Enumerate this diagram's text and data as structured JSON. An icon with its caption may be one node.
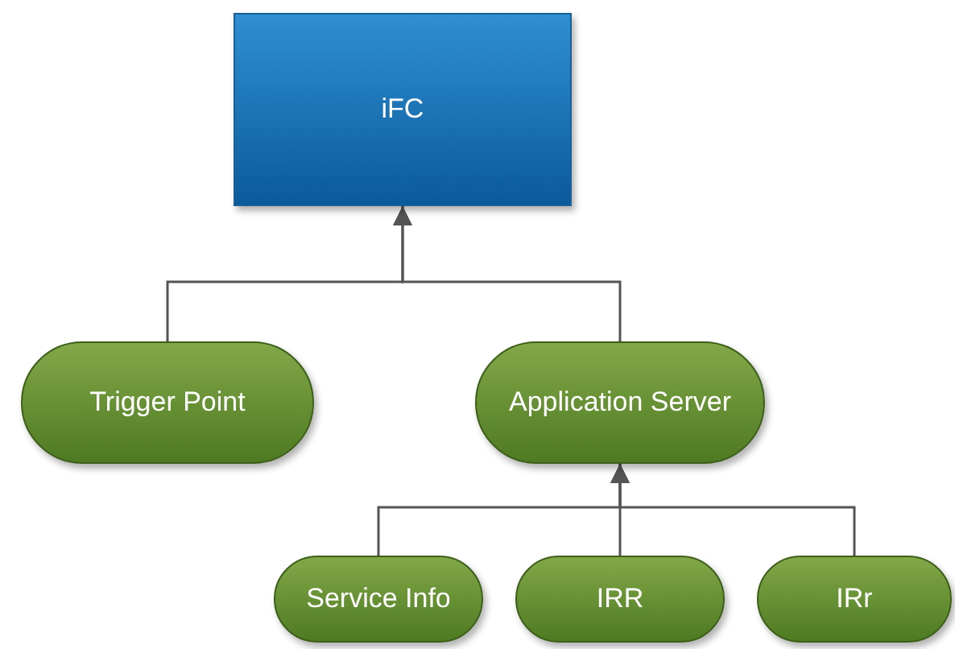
{
  "diagram": {
    "nodes": [
      {
        "text": [
          "iFC"
        ]
      },
      {
        "text": [
          "Trigger Point"
        ]
      },
      {
        "text": [
          "Application Server"
        ]
      },
      {
        "text": [
          "Service Info"
        ]
      },
      {
        "text": [
          "IRR"
        ]
      },
      {
        "text": [
          "IRr"
        ]
      }
    ],
    "edges": [
      {
        "from": 1,
        "to": 0,
        "arrow": "to"
      },
      {
        "from": 2,
        "to": 0,
        "arrow": "to"
      },
      {
        "from": 3,
        "to": 2,
        "arrow": "to"
      },
      {
        "from": 4,
        "to": 2,
        "arrow": "to"
      },
      {
        "from": 5,
        "to": 2,
        "arrow": "to"
      }
    ]
  }
}
